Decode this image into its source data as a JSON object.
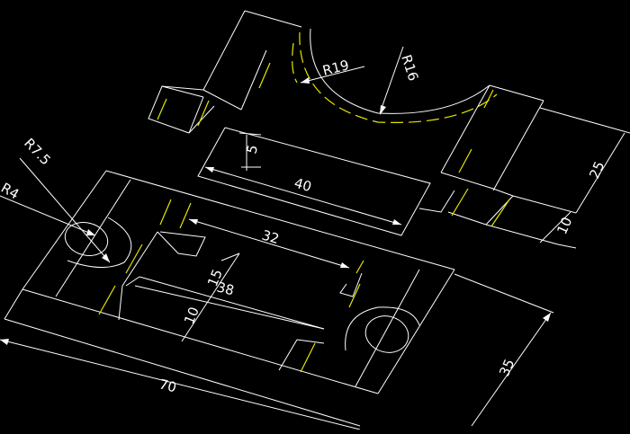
{
  "colors": {
    "background": "#000000",
    "line": "#ffffff",
    "hidden_line": "#e6e600"
  },
  "dimensions": {
    "r19": "R19",
    "r16": "R16",
    "r7_5": "R7.5",
    "r4": "R4",
    "d5": "5",
    "d40": "40",
    "d25": "25",
    "d10_right": "10",
    "d32": "32",
    "d15": "15",
    "d38": "38",
    "d10_left": "10",
    "d35": "35",
    "d70": "70"
  }
}
